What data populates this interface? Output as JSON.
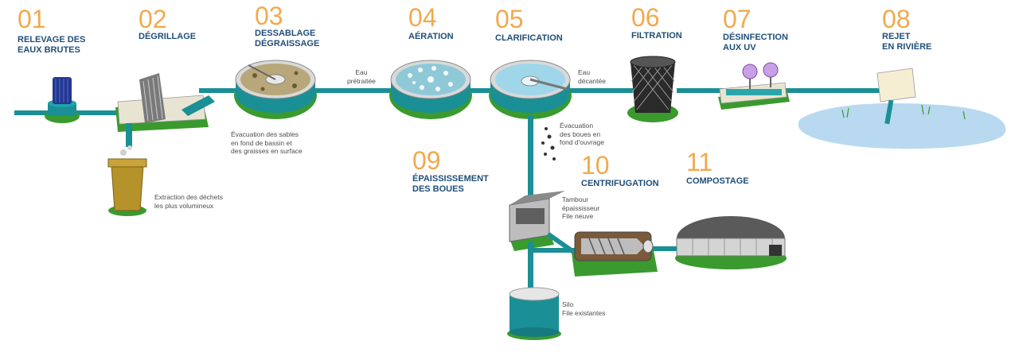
{
  "steps": [
    {
      "number": "01",
      "title": "RELEVAGE DES\nEAUX BRUTES"
    },
    {
      "number": "02",
      "title": "DÉGRILLAGE"
    },
    {
      "number": "03",
      "title": "DESSABLAGE\nDÉGRAISSAGE"
    },
    {
      "number": "04",
      "title": "AÉRATION"
    },
    {
      "number": "05",
      "title": "CLARIFICATION"
    },
    {
      "number": "06",
      "title": "FILTRATION"
    },
    {
      "number": "07",
      "title": "DÉSINFECTION\nAUX UV"
    },
    {
      "number": "08",
      "title": "REJET\nEN RIVIÈRE"
    },
    {
      "number": "09",
      "title": "ÉPAISSISSEMENT\nDES BOUES"
    },
    {
      "number": "10",
      "title": "CENTRIFUGATION"
    },
    {
      "number": "11",
      "title": "COMPOSTAGE"
    }
  ],
  "notes": {
    "eau_pretraitee": "Eau\nprétraitée",
    "eau_decantee": "Eau\ndécantée",
    "sables": "Évacuation des sables\nen fond de bassin et\ndes graisses en surface",
    "dechets": "Extraction des déchets\nles plus volumineux",
    "boues": "Évacuation\ndes boues en\nfond d'ouvrage",
    "tambour": "Tambour\népaississeur\nFile neuve",
    "silo": "Silo\nFile existantes"
  },
  "colors": {
    "number": "#f2a94e",
    "title": "#1f4e79",
    "pipe": "#1a8f95",
    "water": "#2aa6ab",
    "ground": "#3a9a2e",
    "river": "#b8d9ef"
  }
}
